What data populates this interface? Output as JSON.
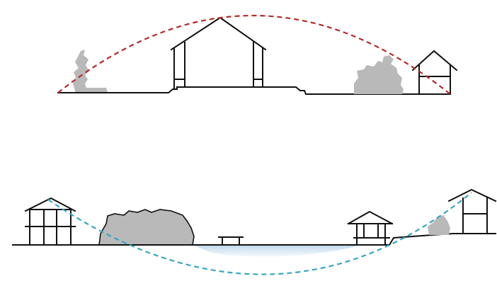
{
  "colors": {
    "background": "#ffffff",
    "line": "#111111",
    "vegetation": "#b9b9b9",
    "arc_red": "#b52a2a",
    "arc_blue": "#37a7c2",
    "water": "#c7dced"
  },
  "sections": [
    {
      "id": "top",
      "arc_style": "dashed",
      "arc_shape": "convex",
      "elements": [
        "tree",
        "pavilion",
        "shrubs",
        "small-house"
      ]
    },
    {
      "id": "bottom",
      "arc_style": "dashed",
      "arc_shape": "concave",
      "elements": [
        "house",
        "hedge",
        "bench",
        "water",
        "stilt-pavilion",
        "shrub",
        "tall-house"
      ]
    }
  ]
}
